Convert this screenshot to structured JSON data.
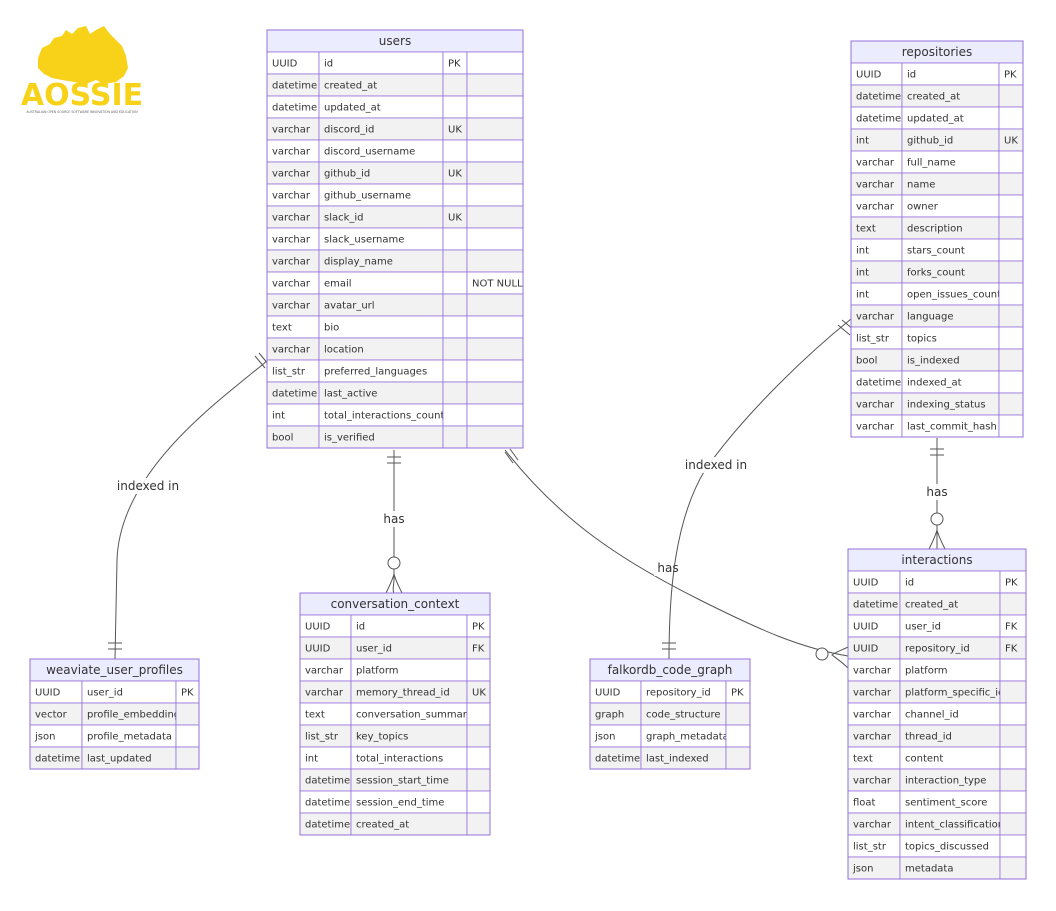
{
  "logo": {
    "text": "AOSSIE",
    "tagline": "AUSTRALIAN OPEN SOURCE SOFTWARE INNOVATION AND EDUCATION"
  },
  "colors": {
    "entity_border": "#9370db",
    "header_fill": "#ececff",
    "row_odd": "#ffffff",
    "row_even": "#f2f2f2",
    "line": "#555555",
    "logo_yellow": "#f7d218",
    "logo_green": "#7ab52a"
  },
  "entities": [
    {
      "id": "users",
      "name": "users",
      "rows": [
        [
          "UUID",
          "id",
          "PK",
          ""
        ],
        [
          "datetime",
          "created_at",
          "",
          ""
        ],
        [
          "datetime",
          "updated_at",
          "",
          ""
        ],
        [
          "varchar",
          "discord_id",
          "UK",
          ""
        ],
        [
          "varchar",
          "discord_username",
          "",
          ""
        ],
        [
          "varchar",
          "github_id",
          "UK",
          ""
        ],
        [
          "varchar",
          "github_username",
          "",
          ""
        ],
        [
          "varchar",
          "slack_id",
          "UK",
          ""
        ],
        [
          "varchar",
          "slack_username",
          "",
          ""
        ],
        [
          "varchar",
          "display_name",
          "",
          ""
        ],
        [
          "varchar",
          "email",
          "",
          "NOT NULL"
        ],
        [
          "varchar",
          "avatar_url",
          "",
          ""
        ],
        [
          "text",
          "bio",
          "",
          ""
        ],
        [
          "varchar",
          "location",
          "",
          ""
        ],
        [
          "list_str",
          "preferred_languages",
          "",
          ""
        ],
        [
          "datetime",
          "last_active",
          "",
          ""
        ],
        [
          "int",
          "total_interactions_count",
          "",
          ""
        ],
        [
          "bool",
          "is_verified",
          "",
          ""
        ]
      ]
    },
    {
      "id": "repositories",
      "name": "repositories",
      "rows": [
        [
          "UUID",
          "id",
          "PK"
        ],
        [
          "datetime",
          "created_at",
          ""
        ],
        [
          "datetime",
          "updated_at",
          ""
        ],
        [
          "int",
          "github_id",
          "UK"
        ],
        [
          "varchar",
          "full_name",
          ""
        ],
        [
          "varchar",
          "name",
          ""
        ],
        [
          "varchar",
          "owner",
          ""
        ],
        [
          "text",
          "description",
          ""
        ],
        [
          "int",
          "stars_count",
          ""
        ],
        [
          "int",
          "forks_count",
          ""
        ],
        [
          "int",
          "open_issues_count",
          ""
        ],
        [
          "varchar",
          "language",
          ""
        ],
        [
          "list_str",
          "topics",
          ""
        ],
        [
          "bool",
          "is_indexed",
          ""
        ],
        [
          "datetime",
          "indexed_at",
          ""
        ],
        [
          "varchar",
          "indexing_status",
          ""
        ],
        [
          "varchar",
          "last_commit_hash",
          ""
        ]
      ]
    },
    {
      "id": "conversation_context",
      "name": "conversation_context",
      "rows": [
        [
          "UUID",
          "id",
          "PK"
        ],
        [
          "UUID",
          "user_id",
          "FK"
        ],
        [
          "varchar",
          "platform",
          ""
        ],
        [
          "varchar",
          "memory_thread_id",
          "UK"
        ],
        [
          "text",
          "conversation_summary",
          ""
        ],
        [
          "list_str",
          "key_topics",
          ""
        ],
        [
          "int",
          "total_interactions",
          ""
        ],
        [
          "datetime",
          "session_start_time",
          ""
        ],
        [
          "datetime",
          "session_end_time",
          ""
        ],
        [
          "datetime",
          "created_at",
          ""
        ]
      ]
    },
    {
      "id": "weaviate_user_profiles",
      "name": "weaviate_user_profiles",
      "rows": [
        [
          "UUID",
          "user_id",
          "PK"
        ],
        [
          "vector",
          "profile_embedding",
          ""
        ],
        [
          "json",
          "profile_metadata",
          ""
        ],
        [
          "datetime",
          "last_updated",
          ""
        ]
      ]
    },
    {
      "id": "falkordb_code_graph",
      "name": "falkordb_code_graph",
      "rows": [
        [
          "UUID",
          "repository_id",
          "PK"
        ],
        [
          "graph",
          "code_structure",
          ""
        ],
        [
          "json",
          "graph_metadata",
          ""
        ],
        [
          "datetime",
          "last_indexed",
          ""
        ]
      ]
    },
    {
      "id": "interactions",
      "name": "interactions",
      "rows": [
        [
          "UUID",
          "id",
          "PK"
        ],
        [
          "datetime",
          "created_at",
          ""
        ],
        [
          "UUID",
          "user_id",
          "FK"
        ],
        [
          "UUID",
          "repository_id",
          "FK"
        ],
        [
          "varchar",
          "platform",
          ""
        ],
        [
          "varchar",
          "platform_specific_id",
          ""
        ],
        [
          "varchar",
          "channel_id",
          ""
        ],
        [
          "varchar",
          "thread_id",
          ""
        ],
        [
          "text",
          "content",
          ""
        ],
        [
          "varchar",
          "interaction_type",
          ""
        ],
        [
          "float",
          "sentiment_score",
          ""
        ],
        [
          "varchar",
          "intent_classification",
          ""
        ],
        [
          "list_str",
          "topics_discussed",
          ""
        ],
        [
          "json",
          "metadata",
          ""
        ]
      ]
    }
  ],
  "relations": [
    {
      "id": "users-weaviate",
      "label": "indexed in"
    },
    {
      "id": "users-conversation",
      "label": "has"
    },
    {
      "id": "users-interactions",
      "label": "has"
    },
    {
      "id": "repositories-falkordb",
      "label": "indexed in"
    },
    {
      "id": "repositories-interactions",
      "label": "has"
    }
  ]
}
